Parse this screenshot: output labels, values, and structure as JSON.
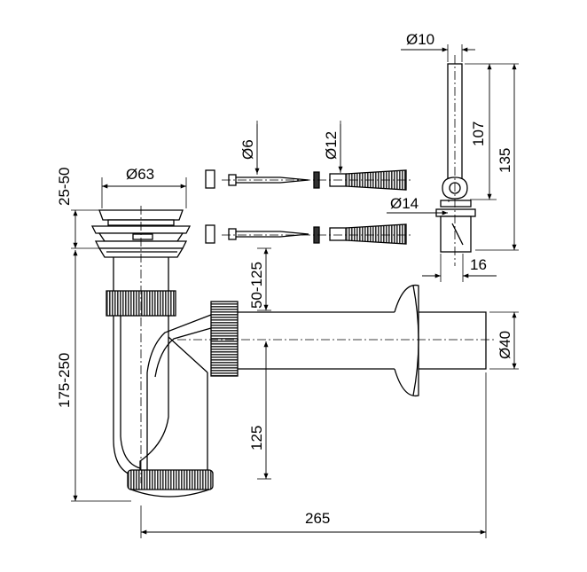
{
  "colors": {
    "line": "#000000",
    "background": "#ffffff",
    "hatch_dark": "#333333"
  },
  "dimensions": {
    "d10": "Ø10",
    "d107": "107",
    "d135": "135",
    "d6": "Ø6",
    "d12": "Ø12",
    "d25_50": "25-50",
    "d63": "Ø63",
    "d14": "Ø14",
    "d16": "16",
    "d50_125": "50-125",
    "d40": "Ø40",
    "d175_250": "175-250",
    "d125": "125",
    "d265": "265"
  }
}
